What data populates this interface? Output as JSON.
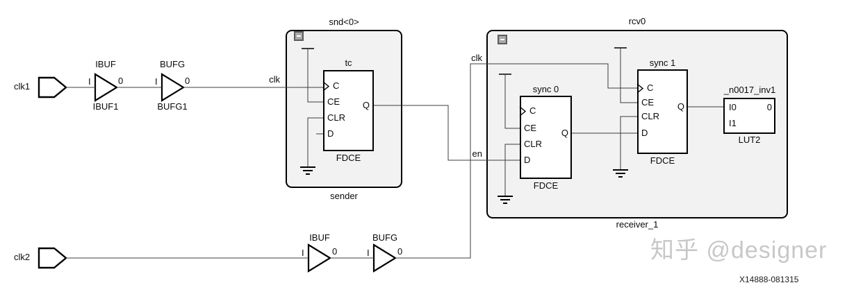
{
  "colors": {
    "block_fill": "#f2f2f2",
    "outline": "#000000",
    "wire": "#3c3c3c",
    "watermark": "#c8c8c8"
  },
  "ports": {
    "clk1": "clk1",
    "clk2": "clk2"
  },
  "buffers": {
    "ibuf1": {
      "type": "IBUF",
      "inst": "IBUF1",
      "pin_in": "I",
      "pin_out": "0"
    },
    "bufg1": {
      "type": "BUFG",
      "inst": "BUFG1",
      "pin_in": "I",
      "pin_out": "0"
    },
    "ibuf2": {
      "type": "IBUF",
      "pin_in": "I",
      "pin_out": "0"
    },
    "bufg2": {
      "type": "BUFG",
      "pin_in": "I",
      "pin_out": "0"
    }
  },
  "sender": {
    "title": "snd<0>",
    "caption": "sender",
    "net_clk": "clk",
    "ff": {
      "inst": "tc",
      "type": "FDCE",
      "pin_c": "C",
      "pin_ce": "CE",
      "pin_clr": "CLR",
      "pin_d": "D",
      "pin_q": "Q"
    }
  },
  "receiver": {
    "title": "rcv0",
    "caption": "receiver_1",
    "net_clk": "clk",
    "net_en": "en",
    "ff0": {
      "inst": "sync 0",
      "type": "FDCE",
      "pin_c": "C",
      "pin_ce": "CE",
      "pin_clr": "CLR",
      "pin_d": "D",
      "pin_q": "Q"
    },
    "ff1": {
      "inst": "sync 1",
      "type": "FDCE",
      "pin_c": "C",
      "pin_ce": "CE",
      "pin_clr": "CLR",
      "pin_d": "D",
      "pin_q": "Q"
    },
    "lut": {
      "inst": "_n0017_inv1",
      "type": "LUT2",
      "pin_i0": "I0",
      "pin_i1": "I1",
      "pin_o": "0"
    }
  },
  "watermark": "知乎 @designer",
  "figure_id": "X14888-081315"
}
